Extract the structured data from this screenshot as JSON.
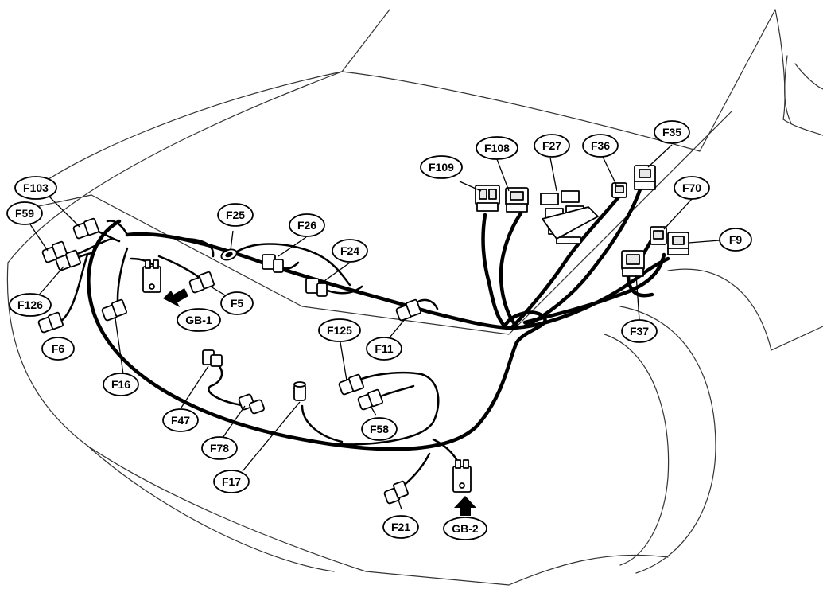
{
  "labels": {
    "F103": "F103",
    "F59": "F59",
    "F126": "F126",
    "F6": "F6",
    "F16": "F16",
    "GB1": "GB-1",
    "F5": "F5",
    "F25": "F25",
    "F26": "F26",
    "F24": "F24",
    "F11": "F11",
    "F125": "F125",
    "F58": "F58",
    "F47": "F47",
    "F78": "F78",
    "F17": "F17",
    "F21": "F21",
    "GB2": "GB-2",
    "F109": "F109",
    "F108": "F108",
    "F27": "F27",
    "F36": "F36",
    "F35": "F35",
    "F70": "F70",
    "F9": "F9",
    "F37": "F37"
  },
  "colors": {
    "line": "#000000",
    "outline": "#333333",
    "fill": "#ffffff",
    "connector": "#e8e8e8"
  }
}
